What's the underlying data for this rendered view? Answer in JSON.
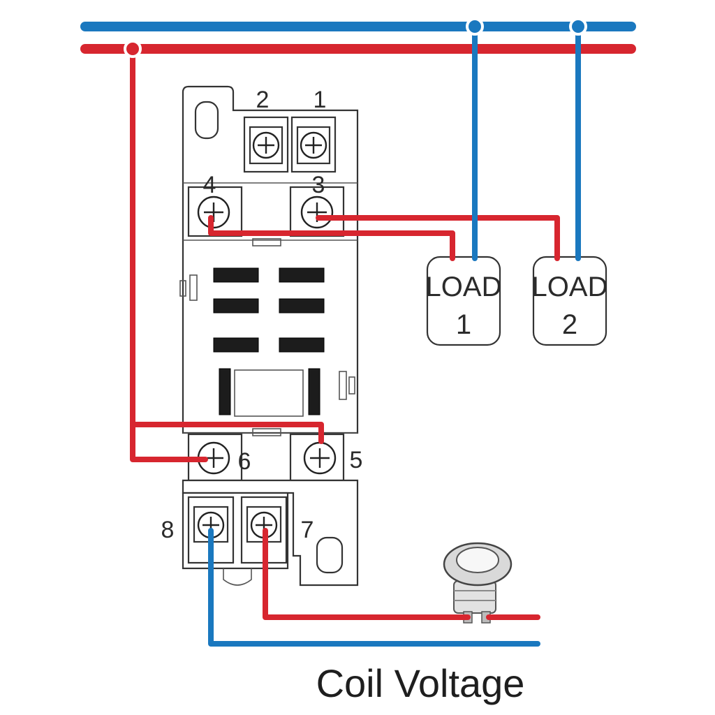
{
  "terminals": {
    "t1": "1",
    "t2": "2",
    "t3": "3",
    "t4": "4",
    "t5": "5",
    "t6": "6",
    "t7": "7",
    "t8": "8"
  },
  "loads": [
    {
      "line1": "LOAD",
      "line2": "1"
    },
    {
      "line1": "LOAD",
      "line2": "2"
    }
  ],
  "caption": "Coil Voltage",
  "colors": {
    "live_wire": "#d7262f",
    "neutral_wire": "#1a78bf"
  }
}
